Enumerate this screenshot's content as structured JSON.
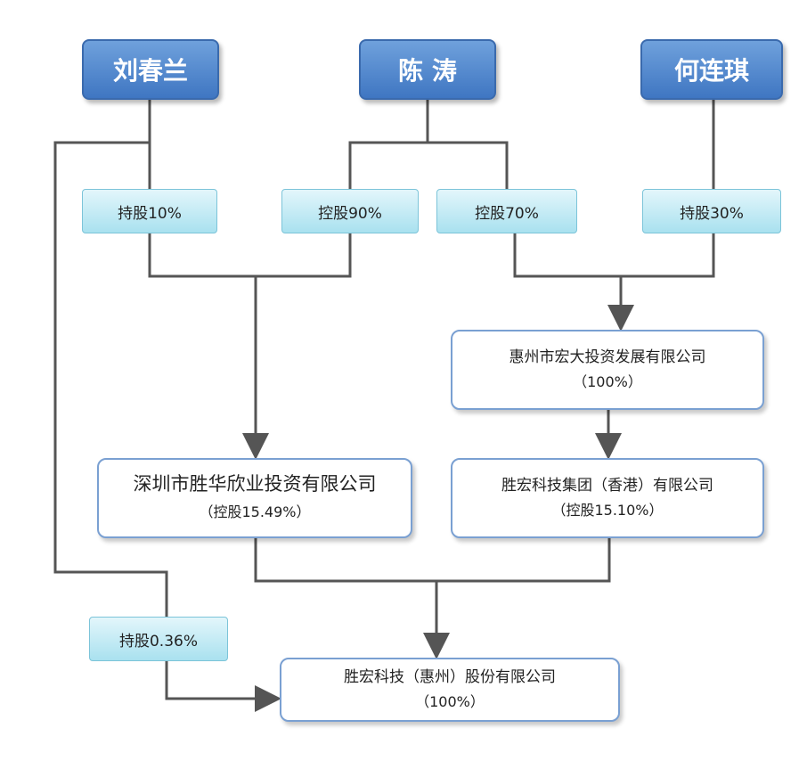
{
  "persons": {
    "liu": "刘春兰",
    "chen": "陈 涛",
    "he": "何连琪"
  },
  "shares": {
    "liu_hold": "持股10%",
    "chen_control_90": "控股90%",
    "chen_control_70": "控股70%",
    "he_hold": "持股30%",
    "liu_direct": "持股0.36%"
  },
  "companies": {
    "huizhou_hongda": {
      "name": "惠州市宏大投资发展有限公司",
      "sub": "（100%）"
    },
    "shenzhen_shenghua": {
      "name": "深圳市胜华欣业投资有限公司",
      "sub": "（控股15.49%）"
    },
    "hk_group": {
      "name": "胜宏科技集团（香港）有限公司",
      "sub": "（控股15.10%）"
    },
    "target": {
      "name": "胜宏科技（惠州）股份有限公司",
      "sub": "（100%）"
    }
  },
  "colors": {
    "person_fill": "#4f86cf",
    "share_fill": "#bfe8f3",
    "company_border": "#7aa0d2",
    "connector": "#555555"
  }
}
